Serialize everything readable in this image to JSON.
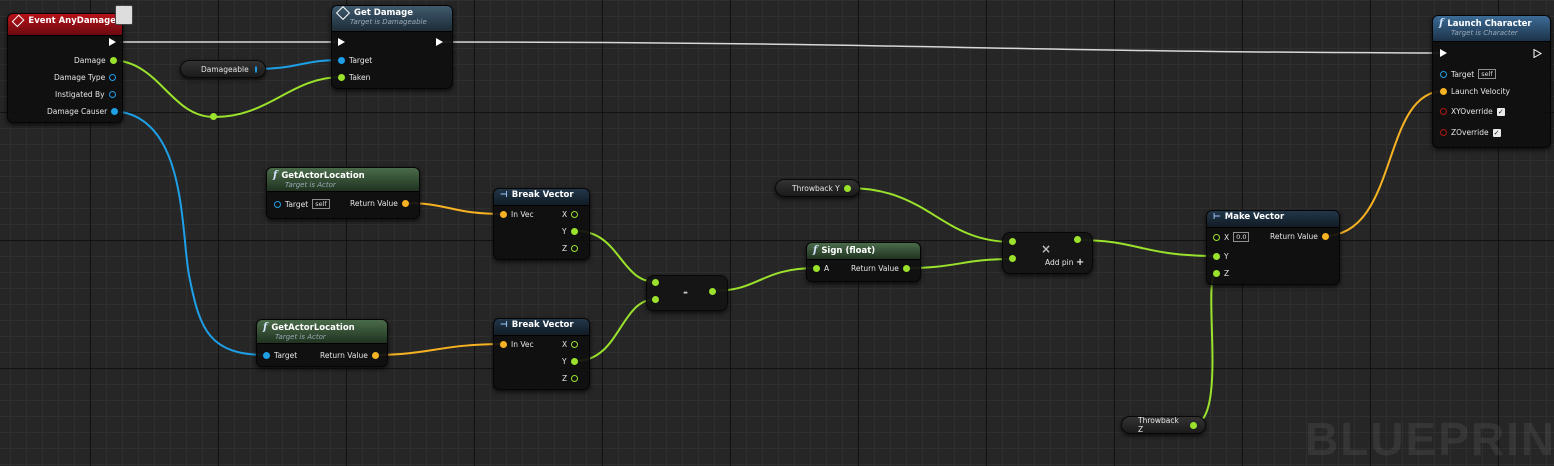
{
  "event_node": {
    "title": "Event AnyDamage",
    "pins": [
      "Damage",
      "Damage Type",
      "Instigated By",
      "Damage Causer"
    ]
  },
  "get_damage": {
    "title": "Get Damage",
    "subtitle": "Target is Damageable",
    "pins": [
      "Target",
      "Taken"
    ]
  },
  "damageable_var": {
    "label": "Damageable"
  },
  "launch_character": {
    "title": "Launch Character",
    "subtitle": "Target is Character",
    "pins": [
      "Target",
      "Launch Velocity",
      "XYOverride",
      "ZOverride"
    ],
    "self_label": "self"
  },
  "get_actor_location_1": {
    "title": "GetActorLocation",
    "subtitle": "Target is Actor",
    "target": "Target",
    "self_label": "self",
    "return": "Return Value"
  },
  "get_actor_location_2": {
    "title": "GetActorLocation",
    "subtitle": "Target is Actor",
    "target": "Target",
    "return": "Return Value"
  },
  "break_vector_1": {
    "title": "Break Vector",
    "in": "In Vec",
    "outs": [
      "X",
      "Y",
      "Z"
    ]
  },
  "break_vector_2": {
    "title": "Break Vector",
    "in": "In Vec",
    "outs": [
      "X",
      "Y",
      "Z"
    ]
  },
  "subtract": {
    "symbol": "-"
  },
  "sign": {
    "title": "Sign (float)",
    "in": "A",
    "return": "Return Value"
  },
  "multiply": {
    "symbol": "×",
    "add_pin": "Add pin"
  },
  "throwback_y": {
    "label": "Throwback Y"
  },
  "throwback_z": {
    "label": "Throwback Z"
  },
  "make_vector": {
    "title": "Make Vector",
    "x": "X",
    "x_value": "0.0",
    "y": "Y",
    "z": "Z",
    "return": "Return Value"
  },
  "watermark": "BLUEPRINT",
  "colors": {
    "exec": "#ffffff",
    "float": "#9be22c",
    "object": "#1e9fe6",
    "vector": "#f6b223"
  }
}
